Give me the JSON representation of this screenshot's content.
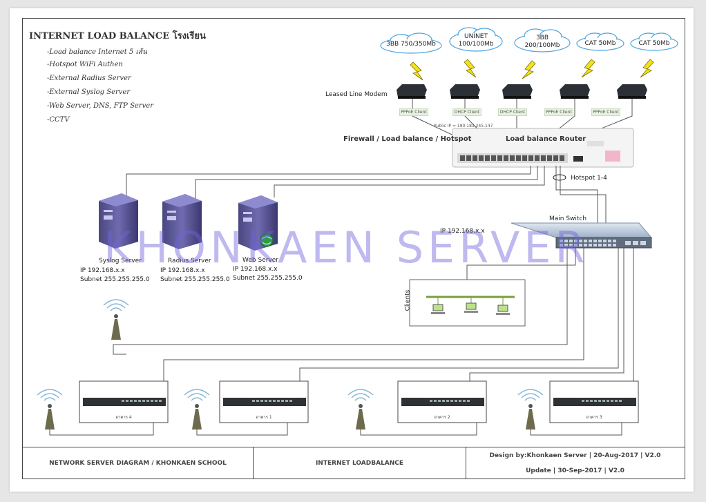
{
  "header": {
    "title": "INTERNET LOAD BALANCE โรงเรียน",
    "features": [
      "-Load balance Internet 5 เส้น",
      "-Hotspot WiFi Authen",
      "-External Radius Server",
      "-External Syslog Server",
      "-Web Server, DNS, FTP Server",
      "-CCTV"
    ]
  },
  "isps": [
    {
      "label": "3BB 750/350Mb"
    },
    {
      "label": "UNINET 100/100Mb"
    },
    {
      "label": "3BB 200/100Mb"
    },
    {
      "label": "CAT 50Mb"
    },
    {
      "label": "CAT 50Mb"
    }
  ],
  "modem_label": "Leased Line Modem",
  "client_tags": [
    "PPPoE Client",
    "DHCP Client",
    "DHCP Client",
    "PPPoE Client",
    "PPPoE Client"
  ],
  "public_ip": "Public IP = 180.183.245.147",
  "router": {
    "left_label": "Firewall / Load balance / Hotspot",
    "right_label": "Load balance Router"
  },
  "hotspot_label": "Hotspot 1-4",
  "main_switch": {
    "label": "Main Switch",
    "ip": "IP 192.168.x.x"
  },
  "servers": [
    {
      "name": "Syslog Server",
      "ip": "IP 192.168.x.x",
      "subnet": "Subnet 255.255.255.0"
    },
    {
      "name": "Radius Server",
      "ip": "IP 192.168.x.x",
      "subnet": "Subnet 255.255.255.0"
    },
    {
      "name": "Web Server",
      "ip": "IP 192.168.x.x",
      "subnet": "Subnet 255.255.255.0"
    }
  ],
  "clients_label": "Clients",
  "buildings": [
    "อาคาร 4",
    "อาคาร 1",
    "อาคาร 2",
    "อาคาร 3"
  ],
  "watermark": "KHONKAEN SERVER",
  "footer": {
    "left": "NETWORK SERVER DIAGRAM / KHONKAEN SCHOOL",
    "middle": "INTERNET LOADBALANCE",
    "design": "Design by:Khonkaen Server | 20-Aug-2017 | V2.0",
    "update": "Update | 30-Sep-2017 | V2.0"
  }
}
